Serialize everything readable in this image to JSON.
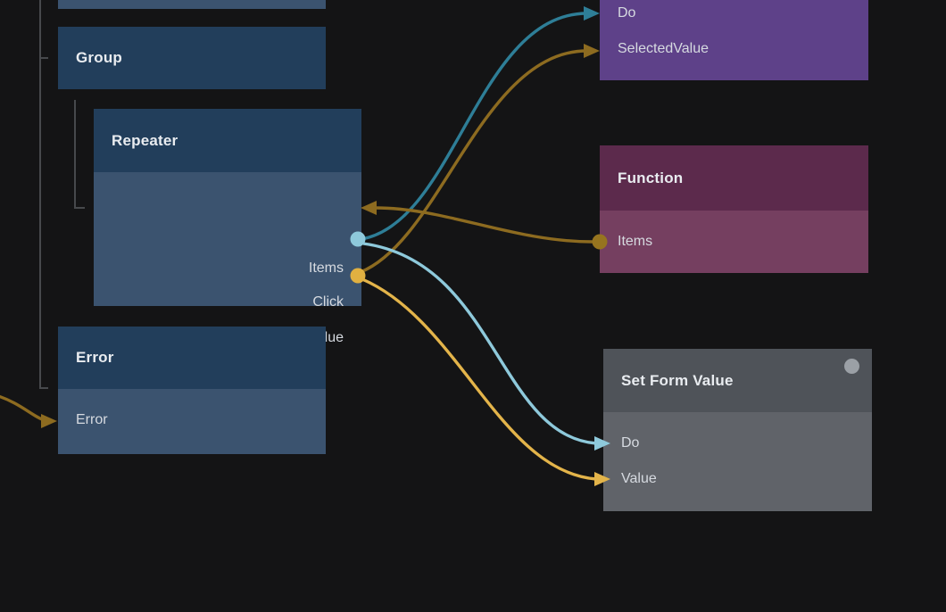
{
  "palette": {
    "background": "#141415",
    "blue_header": "#223e5b",
    "blue_body": "#3b536f",
    "purple_body": "#5e4189",
    "plum_header": "#5c2a4c",
    "plum_body": "#753f60",
    "gray_header": "#4f5359",
    "gray_body": "#606369",
    "tree_line": "#47494c",
    "status_dot": "#9ba0a6"
  },
  "nodes": {
    "group": {
      "title": "Group"
    },
    "repeater": {
      "title": "Repeater",
      "ports": [
        {
          "label": "Items",
          "type": "input",
          "color": "#8d6b20"
        },
        {
          "label": "Click",
          "type": "output",
          "color": "#8ec9db"
        },
        {
          "label": "Value",
          "type": "output",
          "color": "#e0b041"
        }
      ]
    },
    "error": {
      "title": "Error",
      "ports": [
        {
          "label": "Error",
          "type": "input",
          "color": "#8d6b20"
        }
      ]
    },
    "dropdown": {
      "ports": [
        {
          "label": "Do",
          "type": "input",
          "color": "#2e7e97"
        },
        {
          "label": "SelectedValue",
          "type": "input",
          "color": "#8d6b20"
        }
      ]
    },
    "function": {
      "title": "Function",
      "ports": [
        {
          "label": "Items",
          "type": "output",
          "color": "#96741f"
        }
      ]
    },
    "set_form_value": {
      "title": "Set Form Value",
      "ports": [
        {
          "label": "Do",
          "type": "input",
          "color": "#8ec9db"
        },
        {
          "label": "Value",
          "type": "input",
          "color": "#e3b44a"
        }
      ]
    }
  },
  "connections": [
    {
      "from": "Repeater.Click",
      "to": "Dropdown.Do",
      "color": "#2e7e97"
    },
    {
      "from": "Repeater.Value",
      "to": "Dropdown.SelectedValue",
      "color": "#8d6b20"
    },
    {
      "from": "Repeater.Click",
      "to": "Set Form Value.Do",
      "color": "#8ec9db"
    },
    {
      "from": "Repeater.Value",
      "to": "Set Form Value.Value",
      "color": "#e3b44a"
    },
    {
      "from": "Function.Items",
      "to": "Repeater.Items",
      "color": "#8d6b20"
    },
    {
      "from": "(offscreen)",
      "to": "Error.Error",
      "color": "#8d6b20"
    }
  ]
}
